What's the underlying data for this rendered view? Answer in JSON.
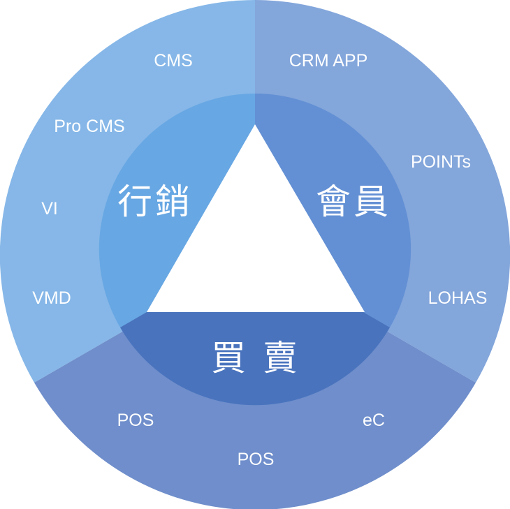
{
  "colors": {
    "outer_marketing": "#86b7e8",
    "outer_member": "#83a6db",
    "outer_sales": "#6f8ecb",
    "inner_marketing": "#67a7e3",
    "inner_member": "#6390d4",
    "inner_sales": "#4973bd",
    "center": "#ffffff"
  },
  "sectors": {
    "marketing": {
      "title": "行銷",
      "items": [
        "CMS",
        "Pro CMS",
        "VI",
        "VMD"
      ]
    },
    "member": {
      "title": "會員",
      "items": [
        "CRM APP",
        "POINTs",
        "LOHAS"
      ]
    },
    "sales": {
      "title": "買 賣",
      "items": [
        "POS",
        "POS",
        "eC"
      ]
    }
  }
}
